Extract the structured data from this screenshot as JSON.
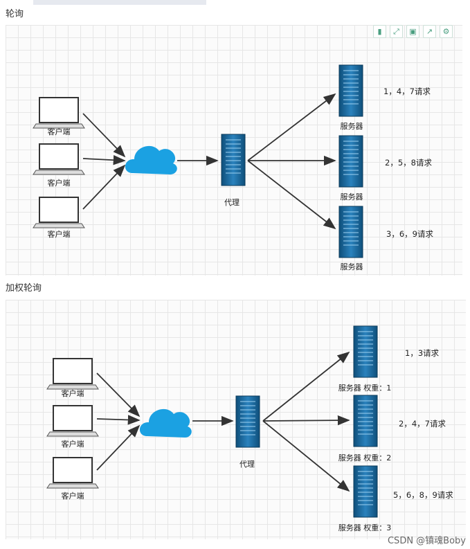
{
  "round_robin": {
    "title": "轮询",
    "clients": [
      "客户端",
      "客户端",
      "客户端"
    ],
    "proxy": "代理",
    "servers": [
      {
        "label": "服务器",
        "requests": "1，4，7请求"
      },
      {
        "label": "服务器",
        "requests": "2，5，8请求"
      },
      {
        "label": "服务器",
        "requests": "3，6，9请求"
      }
    ]
  },
  "weighted_round_robin": {
    "title": "加权轮询",
    "clients": [
      "客户端",
      "客户端",
      "客户端"
    ],
    "proxy": "代理",
    "servers": [
      {
        "label": "服务器 权重：1",
        "requests": "1，3请求"
      },
      {
        "label": "服务器 权重：2",
        "requests": "2，4，7请求"
      },
      {
        "label": "服务器 权重：3",
        "requests": "5，6，8，9请求"
      }
    ]
  },
  "toolbar_icons": [
    "bookmark-icon",
    "fullscreen-icon",
    "save-icon",
    "export-icon",
    "settings-icon"
  ],
  "watermark": "CSDN @镇魂Boby",
  "colors": {
    "server": "#1e6a9c",
    "cloud": "#1ba1e2",
    "arrow": "#333333"
  }
}
